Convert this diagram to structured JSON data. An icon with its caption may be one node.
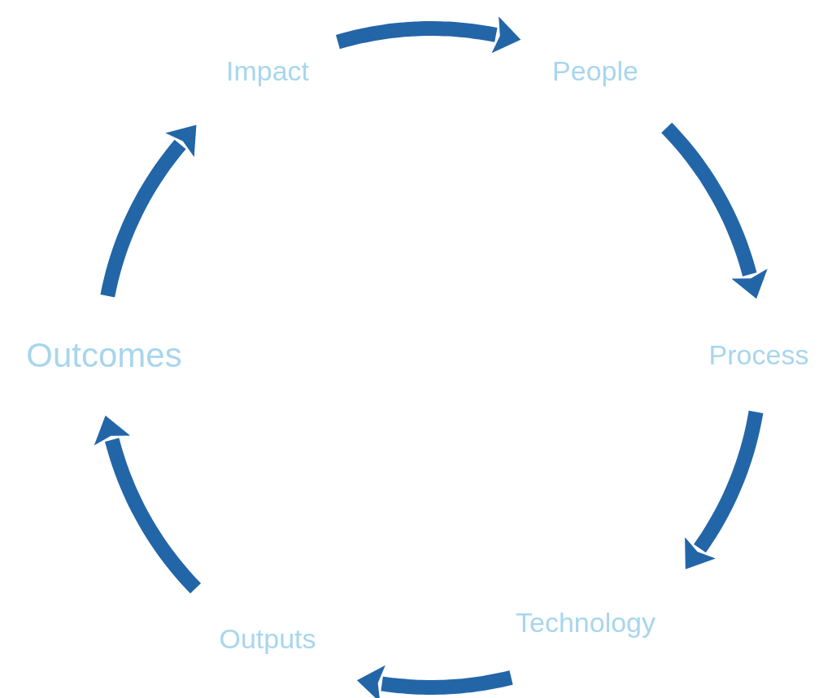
{
  "diagram": {
    "nodes": [
      {
        "text": [
          "Impact"
        ]
      },
      {
        "text": [
          "People"
        ]
      },
      {
        "text": [
          "Process"
        ]
      },
      {
        "text": [
          "Outcomes"
        ]
      },
      {
        "text": [
          "Technology"
        ]
      },
      {
        "text": [
          "Outputs"
        ]
      }
    ],
    "edges": [
      {
        "from": 0,
        "to": 1,
        "arrow": "to"
      },
      {
        "from": 1,
        "to": 2,
        "arrow": "to"
      },
      {
        "from": 2,
        "to": 4,
        "arrow": "to"
      },
      {
        "from": 4,
        "to": 5,
        "arrow": "to"
      },
      {
        "from": 5,
        "to": 3,
        "arrow": "to"
      },
      {
        "from": 3,
        "to": 0,
        "arrow": "to"
      }
    ]
  }
}
